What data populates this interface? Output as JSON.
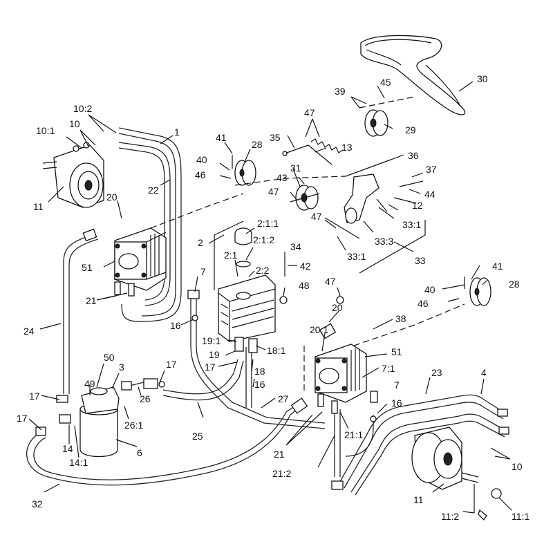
{
  "labels": {
    "l30": "30",
    "l45": "45",
    "l39": "39",
    "l29": "29",
    "l47a": "47",
    "l13": "13",
    "l35": "35",
    "l36": "36",
    "l41a": "41",
    "l28a": "28",
    "l40a": "40",
    "l46a": "46",
    "l31": "31",
    "l43": "43",
    "l47b": "47",
    "l37": "37",
    "l44": "44",
    "l12": "12",
    "l47c": "47",
    "l33_1a": "33:1",
    "l33_3": "33:3",
    "l33_1b": "33:1",
    "l33": "33",
    "l10_2a": "10:2",
    "l10a": "10",
    "l10_1": "10:1",
    "l1": "1",
    "l22": "22",
    "l11a": "11",
    "l20a": "20",
    "l2_1_1": "2:1:1",
    "l2_1_2": "2:1:2",
    "l2": "2",
    "l2_1": "2:1",
    "l2_2": "2:2",
    "l34": "34",
    "l42": "42",
    "l51a": "51",
    "l7a": "7",
    "l48": "48",
    "l21a": "21",
    "l16a": "16",
    "l24": "24",
    "l47d": "47",
    "l20b": "20",
    "l41b": "41",
    "l40b": "40",
    "l28b": "28",
    "l46b": "46",
    "l38": "38",
    "l19_1": "19:1",
    "l18_1": "18:1",
    "l20_1": "20:1",
    "l19": "19",
    "l51b": "51",
    "l7_1": "7:1",
    "l7b": "7",
    "l50": "50",
    "l3": "3",
    "l17a": "17",
    "l17b": "17",
    "l18": "18",
    "l16b": "16",
    "l23": "23",
    "l4": "4",
    "l49": "49",
    "l26": "26",
    "l27": "27",
    "l16c": "16",
    "l17c": "17",
    "l17d": "17",
    "l26_1": "26:1",
    "l25": "25",
    "l21_1": "21:1",
    "l14": "14",
    "l14_1": "14:1",
    "l6": "6",
    "l21b": "21",
    "l10b": "10",
    "l21_2": "21:2",
    "l32": "32",
    "l11b": "11",
    "l11_2": "11:2",
    "l11_1": "11:1"
  }
}
